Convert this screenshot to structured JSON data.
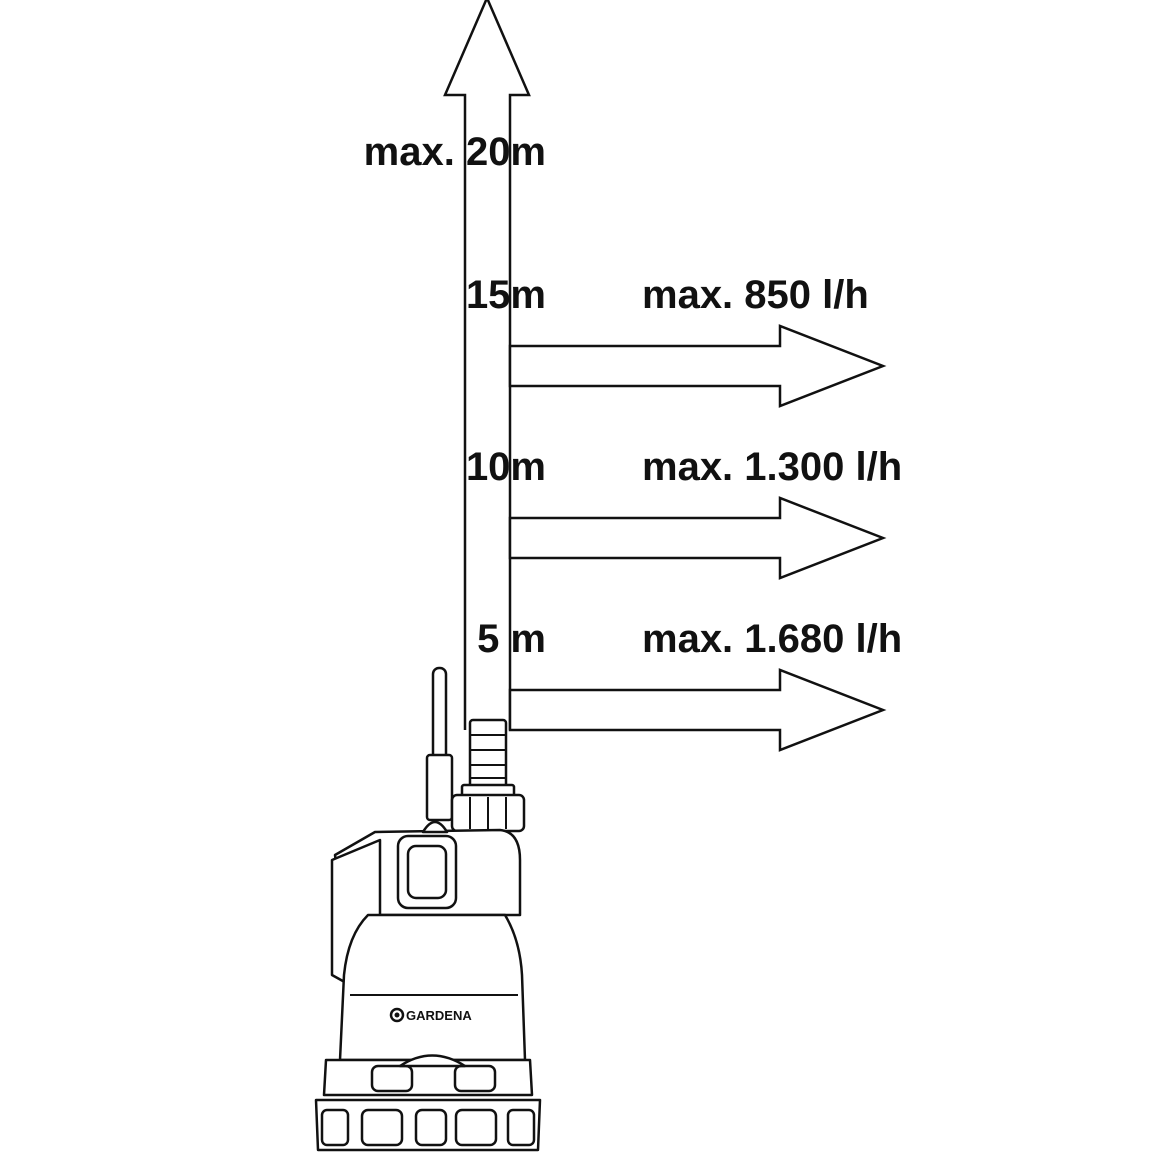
{
  "diagram": {
    "max_height_label": "max. 20m",
    "levels": [
      {
        "height_label": "15m",
        "flow_label": "max. 850 l/h"
      },
      {
        "height_label": "10m",
        "flow_label": "max. 1.300 l/h"
      },
      {
        "height_label": "5 m",
        "flow_label": "max. 1.680 l/h"
      }
    ],
    "brand_logo_text": "GARDENA",
    "line_color": "#111111",
    "background_color": "#ffffff"
  }
}
